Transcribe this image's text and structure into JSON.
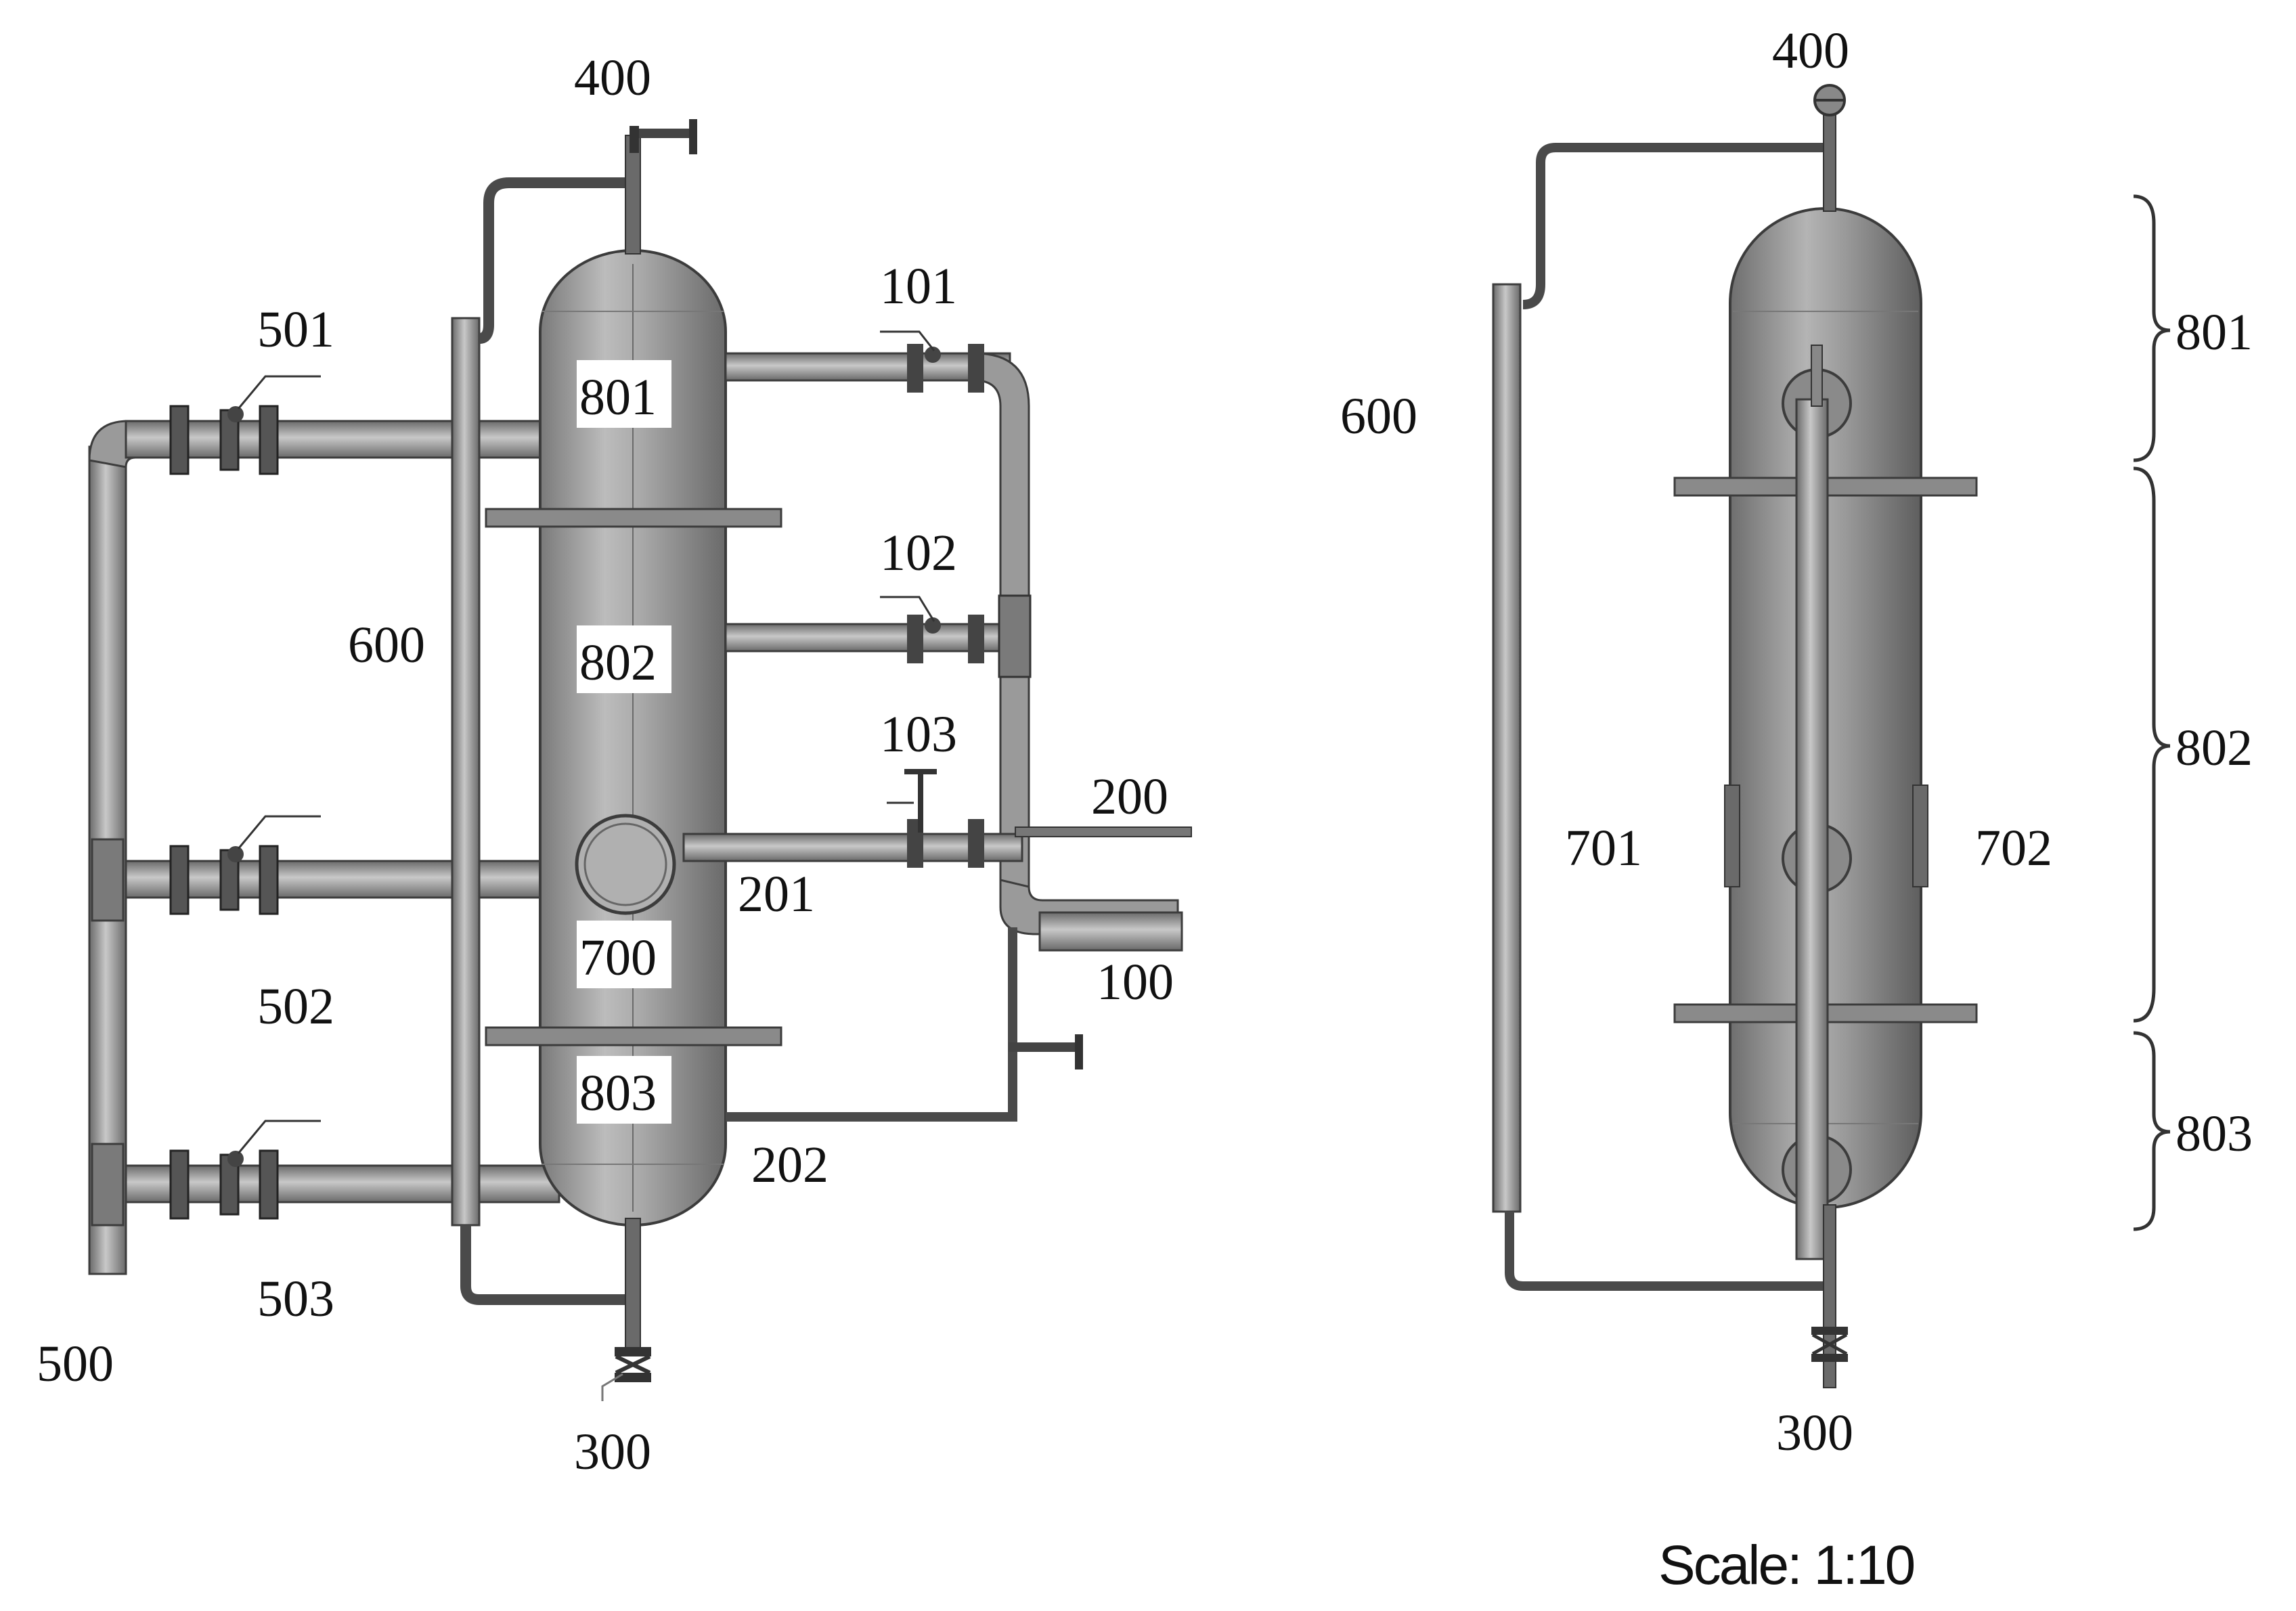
{
  "front_view": {
    "labels": {
      "l400": "400",
      "l501": "501",
      "l101": "101",
      "l801": "801",
      "l102": "102",
      "l600": "600",
      "l802": "802",
      "l103": "103",
      "l200": "200",
      "l201": "201",
      "l700": "700",
      "l100": "100",
      "l502": "502",
      "l803": "803",
      "l202": "202",
      "l503": "503",
      "l500": "500",
      "l300": "300"
    }
  },
  "side_view": {
    "labels": {
      "l400": "400",
      "l600": "600",
      "l801": "801",
      "l802": "802",
      "l803": "803",
      "l701": "701",
      "l702": "702",
      "l300": "300"
    }
  },
  "scale_text": "Scale: 1:10",
  "colors": {
    "pipe": "#8e8e8e",
    "pipe_edge": "#3c3c3c",
    "vessel_light": "#c4c4c4",
    "vessel_dark": "#6a6a6a",
    "label": "#111111"
  }
}
